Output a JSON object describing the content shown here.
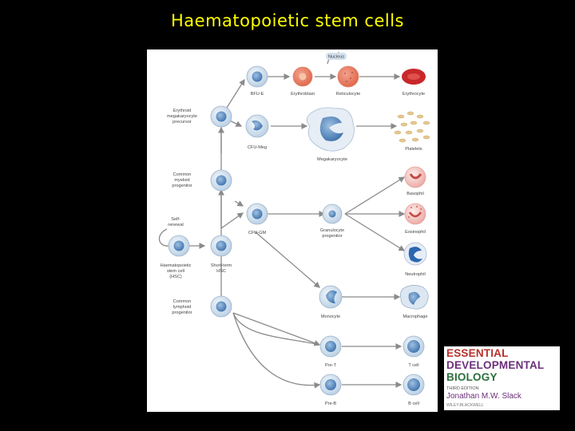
{
  "slide": {
    "title": "Haematopoietic stem cells"
  },
  "figure": {
    "labels": {
      "nucleus": "Nucleus",
      "bfu_e": "BFU-E",
      "erythroblast": "Erythroblast",
      "reticulocyte": "Reticulocyte",
      "erythrocyte": "Erythrocyte",
      "emp_1": "Erythroid",
      "emp_2": "megakaryocyte",
      "emp_3": "precursor",
      "cfu_meg": "CFU-Meg",
      "megakaryocyte": "Megakaryocyte",
      "platelets": "Platelets",
      "cmp_1": "Common",
      "cmp_2": "myeloid",
      "cmp_3": "progenitor",
      "basophil": "Basophil",
      "self_renewal_1": "Self-",
      "self_renewal_2": "renewal",
      "cfu_gm": "CFU-GM",
      "gp_1": "Granulocyte",
      "gp_2": "progenitor",
      "eosinophil": "Eosinophil",
      "hsc_1": "Haematopoietic",
      "hsc_2": "stem cell",
      "hsc_3": "(HSC)",
      "sthsc_1": "Short-term",
      "sthsc_2": "HSC",
      "neutrophil": "Neutrophil",
      "clp_1": "Common",
      "clp_2": "lymphoid",
      "clp_3": "progenitor",
      "monocyte": "Monocyte",
      "macrophage": "Macrophage",
      "pre_t": "Pre-T",
      "t_cell": "T cell",
      "pre_b": "Pre-B",
      "b_cell": "B cell"
    }
  },
  "book": {
    "line1": "ESSENTIAL",
    "line2": "DEVELOPMENTAL",
    "line3": "BIOLOGY",
    "edition": "THIRD EDITION",
    "author": "Jonathan M.W. Slack",
    "publisher": "WILEY-BLACKWELL"
  },
  "colors": {
    "title": "#ffff00",
    "stem_cell": "#d3e1ef",
    "stem_nucleus": "#6f9cc9",
    "erythrocyte": "#c8282a",
    "erythroblast": "#f2b49a",
    "pink_cell": "#f6c7c3",
    "platelet": "#e6c890",
    "arrow": "#8a8a8a"
  }
}
